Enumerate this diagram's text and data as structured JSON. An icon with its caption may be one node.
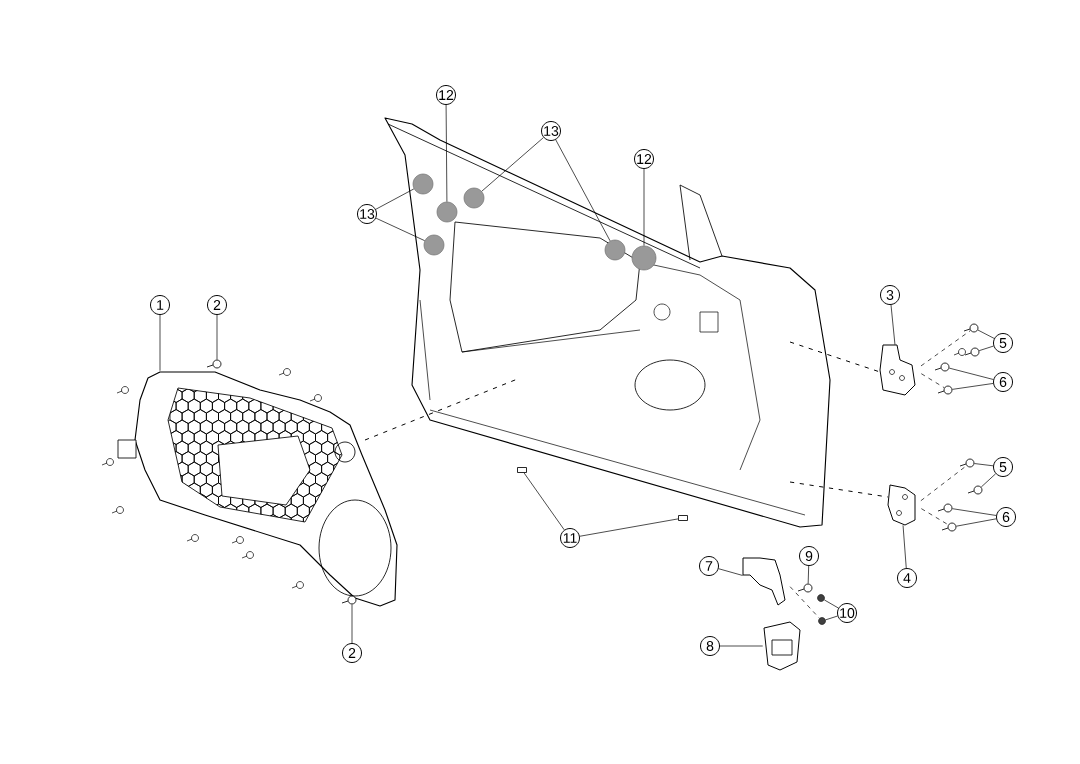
{
  "diagram": {
    "nodes": [
      {
        "text": [
          "1"
        ]
      },
      {
        "text": [],
        "shape": "picture"
      },
      {
        "text": [
          "2"
        ]
      },
      {
        "text": [],
        "shape": "circle"
      },
      {
        "text": [
          "2"
        ]
      },
      {
        "text": [],
        "shape": "circle"
      },
      {
        "text": [
          "12"
        ]
      },
      {
        "text": [],
        "shape": "circle"
      },
      {
        "text": [
          "13"
        ]
      },
      {
        "text": [],
        "shape": "circle"
      },
      {
        "text": [],
        "shape": "circle"
      },
      {
        "text": [
          "13"
        ]
      },
      {
        "text": [],
        "shape": "circle"
      },
      {
        "text": [],
        "shape": "circle"
      },
      {
        "text": [
          "12"
        ]
      },
      {
        "text": [],
        "shape": "circle"
      },
      {
        "text": [
          "3"
        ]
      },
      {
        "text": [],
        "shape": "picture"
      },
      {
        "text": [
          "5"
        ]
      },
      {
        "text": [],
        "shape": "circle"
      },
      {
        "text": [],
        "shape": "circle"
      },
      {
        "text": [
          "6"
        ]
      },
      {
        "text": [],
        "shape": "circle"
      },
      {
        "text": [],
        "shape": "circle"
      },
      {
        "text": [
          "5"
        ]
      },
      {
        "text": [],
        "shape": "circle"
      },
      {
        "text": [],
        "shape": "circle"
      },
      {
        "text": [
          "6"
        ]
      },
      {
        "text": [],
        "shape": "circle"
      },
      {
        "text": [],
        "shape": "circle"
      },
      {
        "text": [
          "4"
        ]
      },
      {
        "text": [],
        "shape": "picture"
      },
      {
        "text": [
          "11"
        ]
      },
      {
        "text": [],
        "shape": "box"
      },
      {
        "text": [],
        "shape": "box"
      },
      {
        "text": [
          "7"
        ]
      },
      {
        "text": [],
        "shape": "picture"
      },
      {
        "text": [
          "9"
        ]
      },
      {
        "text": [],
        "shape": "circle"
      },
      {
        "text": [
          "10"
        ]
      },
      {
        "text": [],
        "shape": "circle"
      },
      {
        "text": [],
        "shape": "circle"
      },
      {
        "text": [
          "8"
        ]
      },
      {
        "text": [],
        "shape": "picture"
      }
    ],
    "edges": [
      {
        "from": 0,
        "to": 1,
        "arrow": "none"
      },
      {
        "from": 2,
        "to": 3,
        "arrow": "none"
      },
      {
        "from": 4,
        "to": 5,
        "arrow": "none"
      },
      {
        "from": 6,
        "to": 7,
        "arrow": "none"
      },
      {
        "from": 8,
        "to": 9,
        "arrow": "none"
      },
      {
        "from": 8,
        "to": 10,
        "arrow": "none"
      },
      {
        "from": 11,
        "to": 12,
        "arrow": "none"
      },
      {
        "from": 11,
        "to": 13,
        "arrow": "none"
      },
      {
        "from": 14,
        "to": 15,
        "arrow": "none"
      },
      {
        "from": 16,
        "to": 17,
        "arrow": "none"
      },
      {
        "from": 18,
        "to": 19,
        "arrow": "none"
      },
      {
        "from": 18,
        "to": 20,
        "arrow": "none"
      },
      {
        "from": 21,
        "to": 22,
        "arrow": "none"
      },
      {
        "from": 21,
        "to": 23,
        "arrow": "none"
      },
      {
        "from": 24,
        "to": 25,
        "arrow": "none"
      },
      {
        "from": 24,
        "to": 26,
        "arrow": "none"
      },
      {
        "from": 27,
        "to": 28,
        "arrow": "none"
      },
      {
        "from": 27,
        "to": 29,
        "arrow": "none"
      },
      {
        "from": 30,
        "to": 31,
        "arrow": "none"
      },
      {
        "from": 32,
        "to": 33,
        "arrow": "none"
      },
      {
        "from": 32,
        "to": 34,
        "arrow": "none"
      },
      {
        "from": 35,
        "to": 36,
        "arrow": "none"
      },
      {
        "from": 37,
        "to": 38,
        "arrow": "none"
      },
      {
        "from": 39,
        "to": 40,
        "arrow": "none"
      },
      {
        "from": 39,
        "to": 41,
        "arrow": "none"
      },
      {
        "from": 42,
        "to": 43,
        "arrow": "none"
      },
      {
        "from": 17,
        "to": 19,
        "arrow": "none",
        "style": "dashed"
      },
      {
        "from": 17,
        "to": 23,
        "arrow": "none",
        "style": "dashed"
      },
      {
        "from": 31,
        "to": 25,
        "arrow": "none",
        "style": "dashed"
      },
      {
        "from": 31,
        "to": 29,
        "arrow": "none",
        "style": "dashed"
      },
      {
        "from": 36,
        "to": 41,
        "arrow": "none",
        "style": "dashed"
      }
    ]
  }
}
